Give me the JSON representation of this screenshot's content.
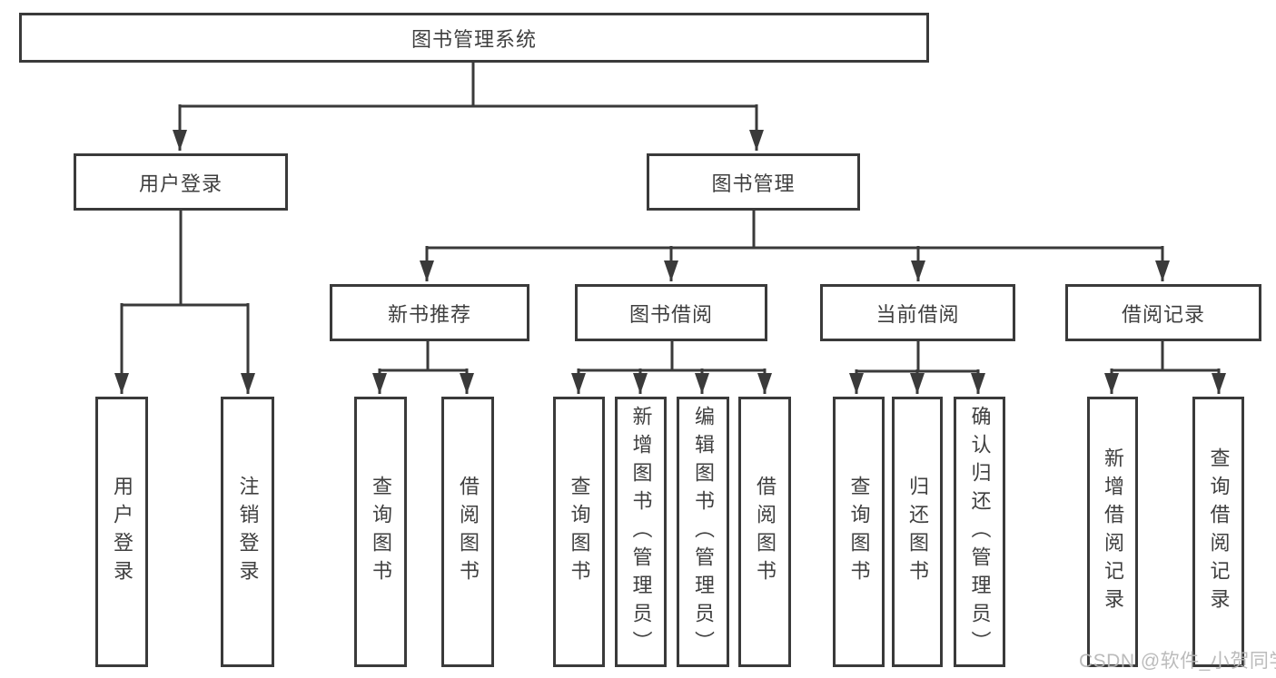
{
  "diagram": {
    "root": {
      "label": "图书管理系统"
    },
    "level2": [
      {
        "id": "user-login",
        "label": "用户登录"
      },
      {
        "id": "book-management",
        "label": "图书管理"
      }
    ],
    "level3": [
      {
        "id": "new-book-recommend",
        "parent": "图书管理",
        "label": "新书推荐"
      },
      {
        "id": "book-borrow",
        "parent": "图书管理",
        "label": "图书借阅"
      },
      {
        "id": "current-borrow",
        "parent": "图书管理",
        "label": "当前借阅"
      },
      {
        "id": "borrow-records",
        "parent": "图书管理",
        "label": "借阅记录"
      }
    ],
    "leaves": [
      {
        "parent": "用户登录",
        "label": "用户登录"
      },
      {
        "parent": "用户登录",
        "label": "注销登录"
      },
      {
        "parent": "新书推荐",
        "label": "查询图书"
      },
      {
        "parent": "新书推荐",
        "label": "借阅图书"
      },
      {
        "parent": "图书借阅",
        "label": "查询图书"
      },
      {
        "parent": "图书借阅",
        "label": "新增图书（管理员）"
      },
      {
        "parent": "图书借阅",
        "label": "编辑图书（管理员）"
      },
      {
        "parent": "图书借阅",
        "label": "借阅图书"
      },
      {
        "parent": "当前借阅",
        "label": "查询图书"
      },
      {
        "parent": "当前借阅",
        "label": "归还图书"
      },
      {
        "parent": "当前借阅",
        "label": "确认归还（管理员）"
      },
      {
        "parent": "借阅记录",
        "label": "新增借阅记录"
      },
      {
        "parent": "借阅记录",
        "label": "查询借阅记录"
      }
    ]
  },
  "watermark": {
    "text": "CSDN @软件_小贺同学"
  },
  "colors": {
    "line": "#3a3a3a",
    "text": "#3f3f3f",
    "box_background": "#ffffff",
    "page_background": "#ffffff",
    "watermark": "#b6b6b6"
  }
}
